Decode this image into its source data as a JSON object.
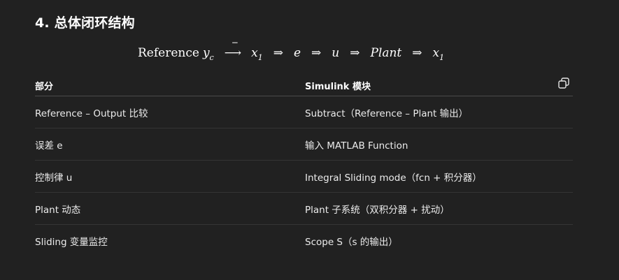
{
  "section": {
    "title": "4. 总体闭环结构"
  },
  "formula": {
    "reference_word": "Reference",
    "yc_base": "y",
    "yc_sub": "c",
    "arrow_over": "−",
    "arrow": "⟶",
    "x1_base": "x",
    "x1_sub": "1",
    "implies": "⇒",
    "e": "e",
    "u": "u",
    "plant": "Plant",
    "x1b_base": "x",
    "x1b_sub": "1"
  },
  "table": {
    "headers": [
      "部分",
      "Simulink 模块"
    ],
    "copy_icon": "copy-icon",
    "rows": [
      [
        "Reference – Output 比较",
        "Subtract（Reference – Plant 输出）"
      ],
      [
        "误差 e",
        "输入 MATLAB Function"
      ],
      [
        "控制律 u",
        "Integral Sliding mode（fcn + 积分器）"
      ],
      [
        "Plant 动态",
        "Plant 子系统（双积分器 + 扰动）"
      ],
      [
        "Sliding 变量监控",
        "Scope S（s 的输出）"
      ]
    ]
  }
}
